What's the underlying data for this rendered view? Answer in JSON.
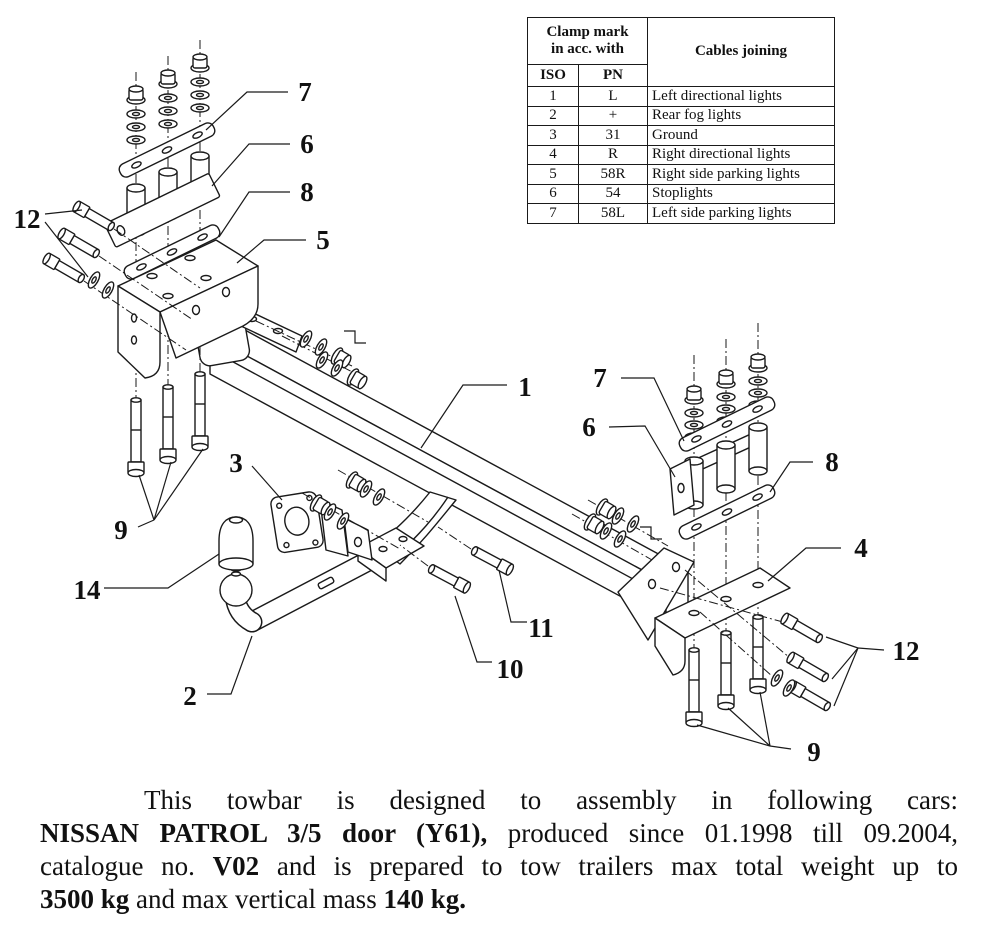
{
  "table": {
    "header": {
      "clamp_line1": "Clamp mark",
      "clamp_line2": "in acc. with",
      "iso": "ISO",
      "pn": "PN",
      "cables": "Cables joining"
    },
    "rows": [
      {
        "iso": "1",
        "pn": "L",
        "cables": "Left directional lights"
      },
      {
        "iso": "2",
        "pn": "+",
        "cables": "Rear fog lights"
      },
      {
        "iso": "3",
        "pn": "31",
        "cables": "Ground"
      },
      {
        "iso": "4",
        "pn": "R",
        "cables": "Right directional lights"
      },
      {
        "iso": "5",
        "pn": "58R",
        "cables": "Right side parking lights"
      },
      {
        "iso": "6",
        "pn": "54",
        "cables": "Stoplights"
      },
      {
        "iso": "7",
        "pn": "58L",
        "cables": "Left side parking lights"
      }
    ]
  },
  "callouts": {
    "l7": "7",
    "l6": "6",
    "l8": "8",
    "b5": "5",
    "l12": "12",
    "l9": "9",
    "c14": "14",
    "c2": "2",
    "c3": "3",
    "c10": "10",
    "c11": "11",
    "c1": "1",
    "r7": "7",
    "r6": "6",
    "r8": "8",
    "b4": "4",
    "r12": "12",
    "r9": "9"
  },
  "footer": {
    "line1": "This towbar is designed to assembly in following cars:",
    "line2_bold": "NISSAN PATROL 3/5 door (Y61),",
    "line2_rest": " produced since 01.1998 till 09.2004,",
    "line3_pre": "catalogue no. ",
    "line3_bold": "V02",
    "line3_rest": " and is prepared to tow trailers max total weight up to",
    "line4_bold1": "3500 kg",
    "line4_mid": " and max vertical mass ",
    "line4_bold2": "140 kg."
  },
  "colors": {
    "ink": "#1a1a1a",
    "paper": "#ffffff"
  }
}
